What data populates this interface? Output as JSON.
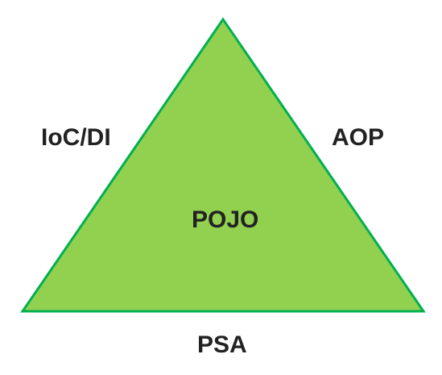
{
  "diagram": {
    "shape": "triangle",
    "colors": {
      "fill": "#92D050",
      "stroke": "#00B050",
      "text": "#222222",
      "background": "#ffffff"
    },
    "labels": {
      "left_side": "IoC/DI",
      "right_side": "AOP",
      "center": "POJO",
      "bottom_side": "PSA"
    }
  }
}
